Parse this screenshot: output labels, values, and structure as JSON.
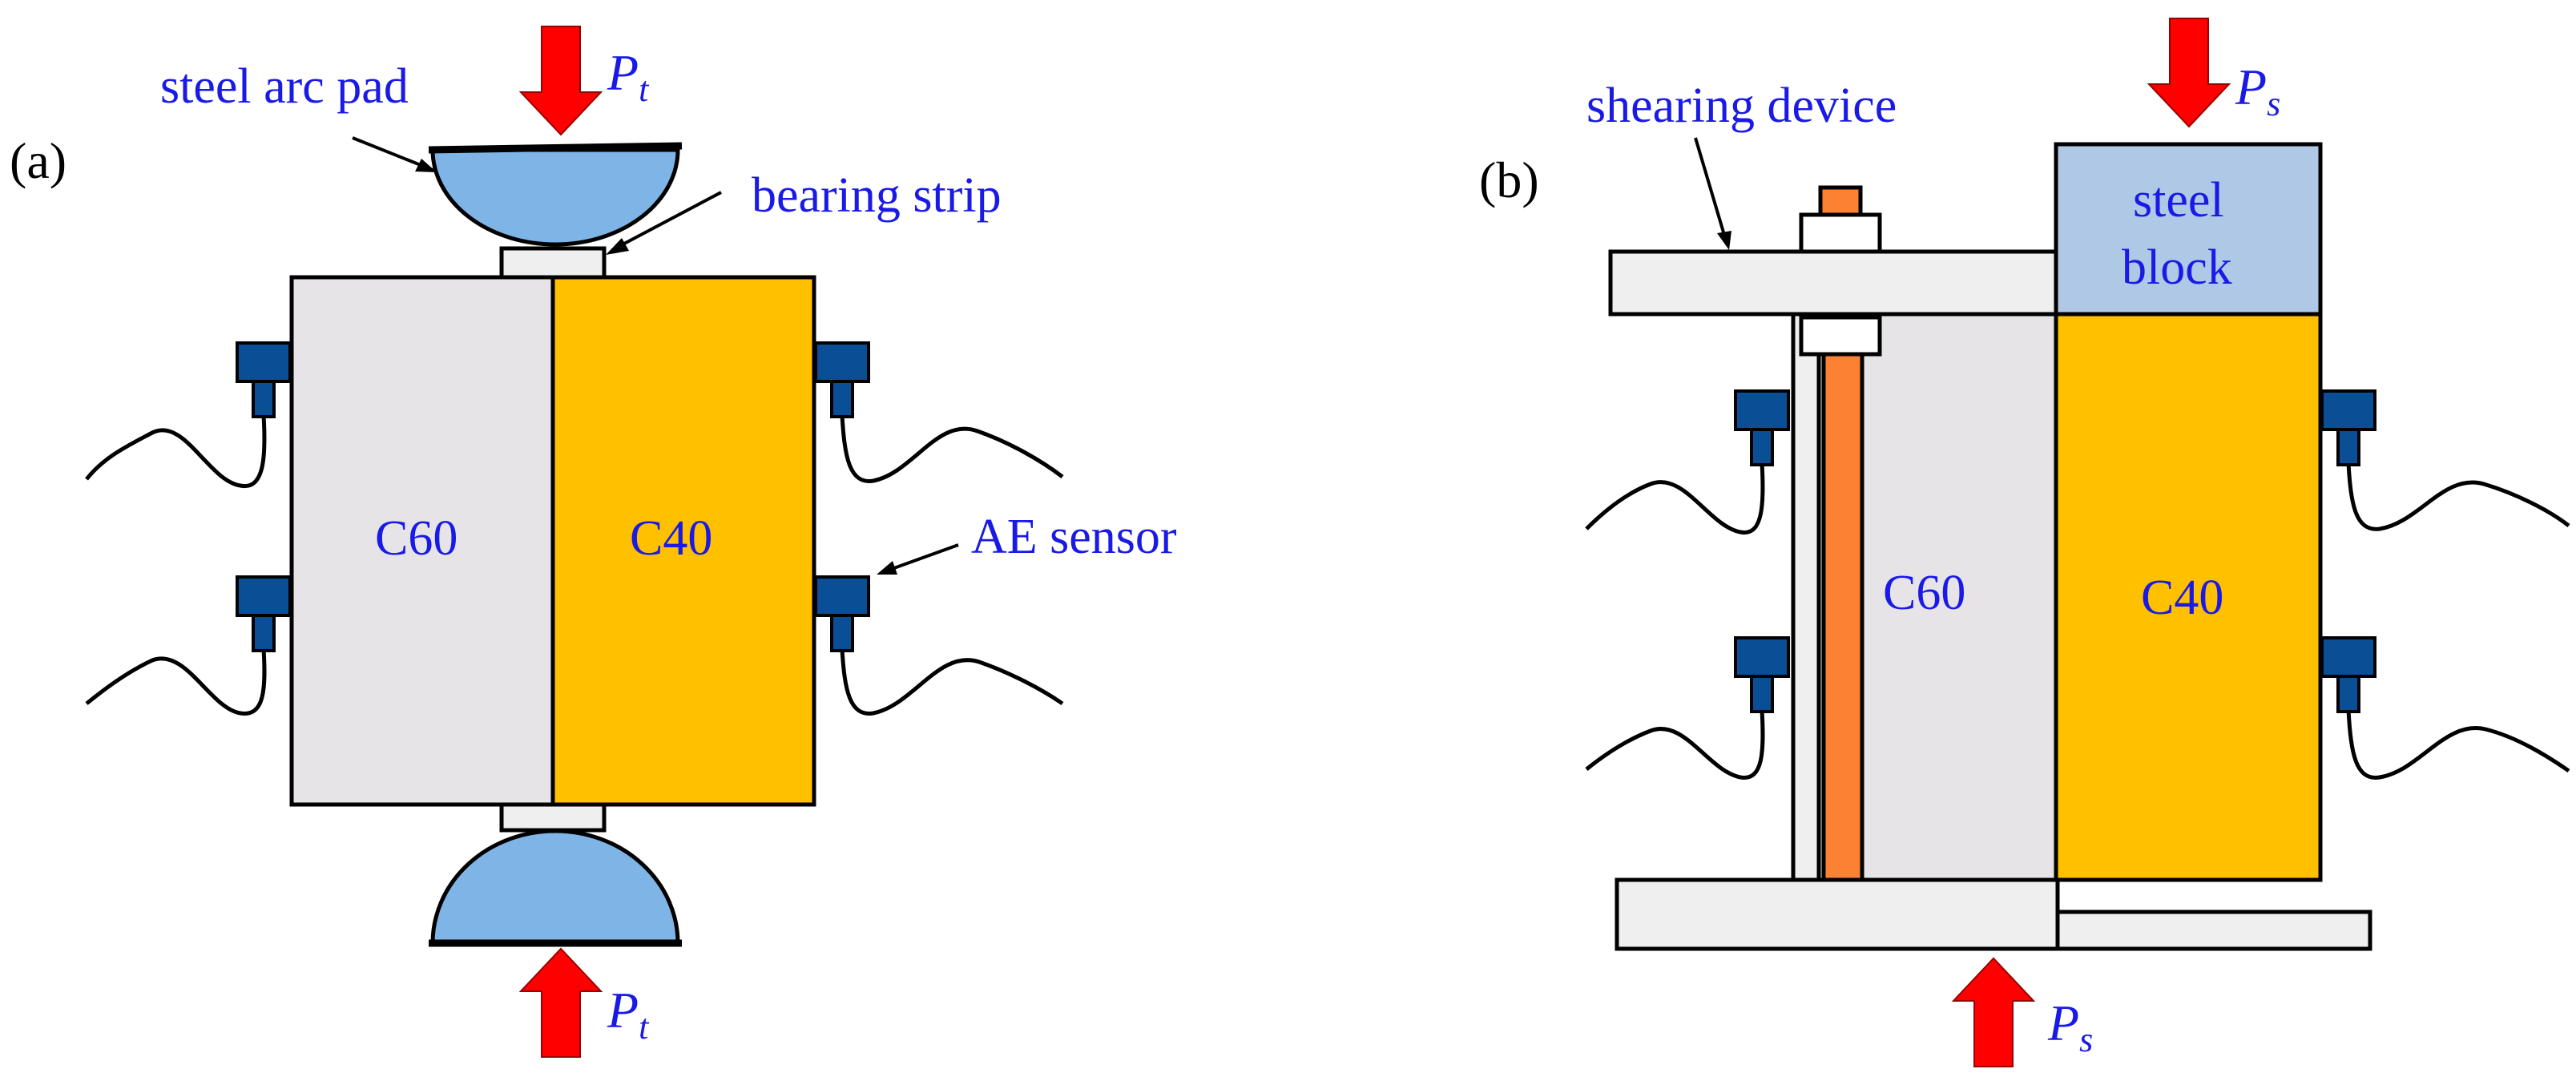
{
  "panel_a": {
    "tag": "(a)",
    "label_steel_arc_pad": "steel arc pad",
    "label_bearing_strip": "bearing strip",
    "label_ae_sensor": "AE sensor",
    "label_c60": "C60",
    "label_c40": "C40",
    "load_top": {
      "symbol": "P",
      "subscript": "t"
    },
    "load_bottom": {
      "symbol": "P",
      "subscript": "t"
    }
  },
  "panel_b": {
    "tag": "(b)",
    "label_shearing_device": "shearing device",
    "label_steel_block_line1": "steel",
    "label_steel_block_line2": "block",
    "label_c60": "C60",
    "label_c40": "C40",
    "load_top": {
      "symbol": "P",
      "subscript": "s"
    },
    "load_bottom": {
      "symbol": "P",
      "subscript": "s"
    }
  },
  "colors": {
    "c60_fill": "#e6e4e6",
    "c40_fill": "#ffc000",
    "steel_arc_pad": "#7fb4e6",
    "steel_block": "#aec8e6",
    "sensor": "#0a4f96",
    "arrow": "#ff0000",
    "bolt": "#fb8233",
    "text": "#1a1ae6",
    "plate": "#efefef"
  }
}
